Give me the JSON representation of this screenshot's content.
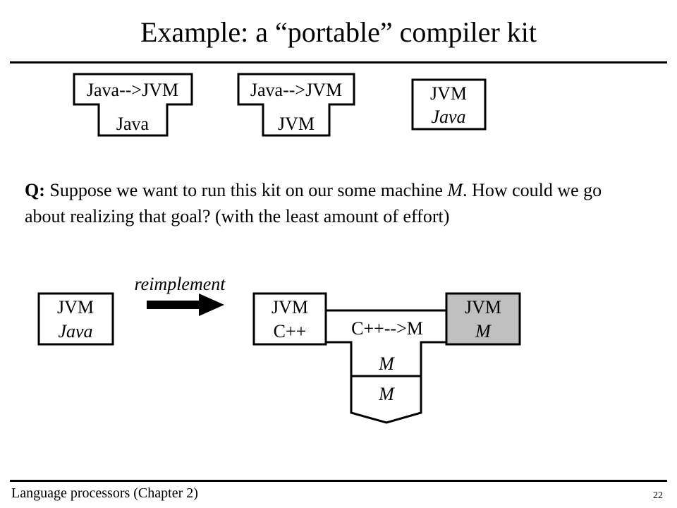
{
  "slide": {
    "title": "Example: a “portable” compiler kit",
    "footer": "Language processors (Chapter 2)",
    "page_number": "22"
  },
  "kit": {
    "compiler_1": {
      "top": "Java-->JVM",
      "bottom": "Java"
    },
    "compiler_2": {
      "top": "Java-->JVM",
      "bottom": "JVM"
    },
    "interpreter": {
      "top": "JVM",
      "bottom": "Java"
    }
  },
  "question": {
    "label": "Q:",
    "text": " Suppose we want to run this kit on our some machine ",
    "machine": "M",
    "text_2": ". How could we go about realizing that goal? (with the least amount of effort)"
  },
  "reimplement": {
    "source": {
      "top": "JVM",
      "bottom": "Java"
    },
    "arrow_label": "reimplement",
    "target_source": {
      "top": "JVM",
      "bottom": "C++"
    },
    "compiler": {
      "label": "C++-->M",
      "bottom": "M"
    },
    "target_result": {
      "top": "JVM",
      "bottom": "M"
    },
    "machine": {
      "label": "M"
    }
  },
  "colors": {
    "shaded_box": "#c0c0c0"
  }
}
